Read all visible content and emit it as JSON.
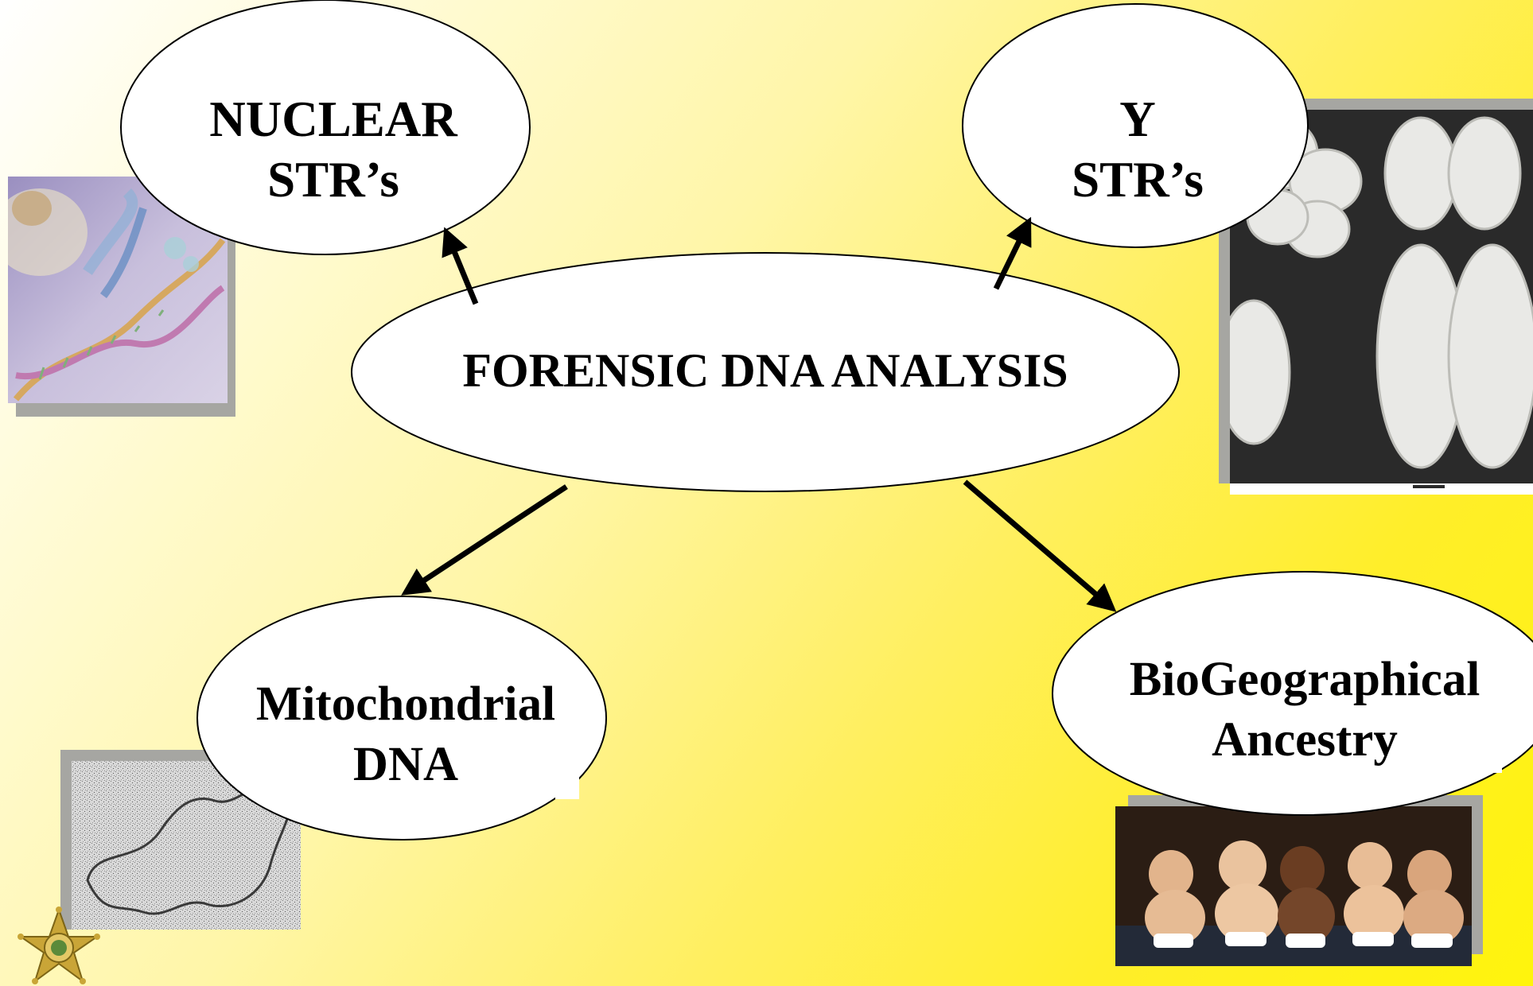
{
  "diagram": {
    "center": {
      "text": "FORENSIC DNA ANALYSIS"
    },
    "nodes": [
      {
        "id": "nuclear",
        "line1": "NUCLEAR",
        "line2": "STR’s"
      },
      {
        "id": "y",
        "line1": "Y",
        "line2": "STR’s"
      },
      {
        "id": "mito",
        "line1": "Mitochondrial",
        "line2": "DNA"
      },
      {
        "id": "bga",
        "line1": "BioGeographical",
        "line2": "Ancestry"
      }
    ]
  },
  "images": [
    {
      "id": "dna-illustration",
      "icon": "dna-helix-illustration"
    },
    {
      "id": "y-chromosome",
      "icon": "chromosome-micrograph"
    },
    {
      "id": "mito-dna",
      "icon": "mitochondrial-dna-micrograph"
    },
    {
      "id": "babies",
      "icon": "babies-photo"
    },
    {
      "id": "sheriff-badge",
      "icon": "star-badge"
    }
  ],
  "colors": {
    "node_fill": "#ffffff",
    "outline": "#000000",
    "badge": "#c9a537"
  }
}
